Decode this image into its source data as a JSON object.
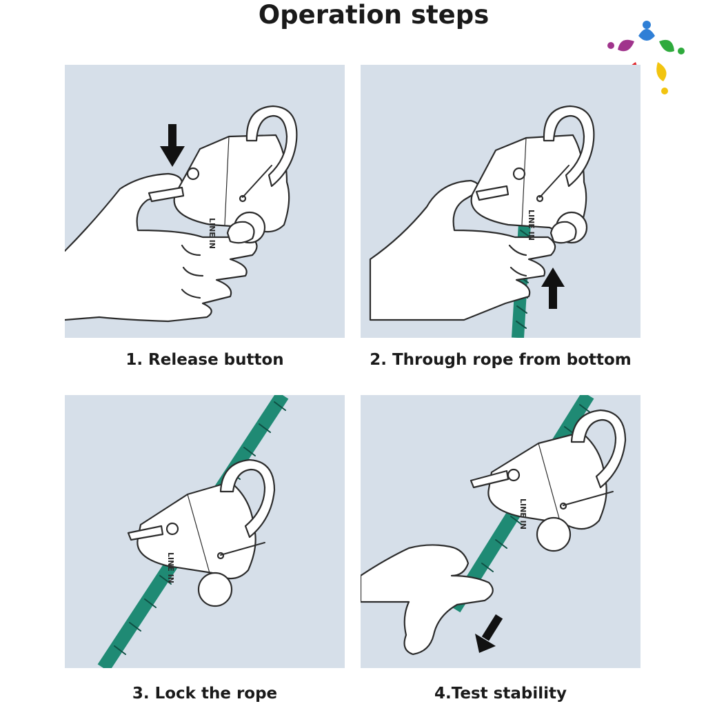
{
  "title": "Operation steps",
  "buckle_label": "LINE IN",
  "steps": [
    {
      "caption": "1. Release button"
    },
    {
      "caption": "2. Through rope from bottom"
    },
    {
      "caption": "3. Lock the rope"
    },
    {
      "caption": "4.Test stability"
    }
  ],
  "colors": {
    "panel_bg": "#d6dfe9",
    "rope": "#1f8a74",
    "line": "#2b2b2b"
  }
}
